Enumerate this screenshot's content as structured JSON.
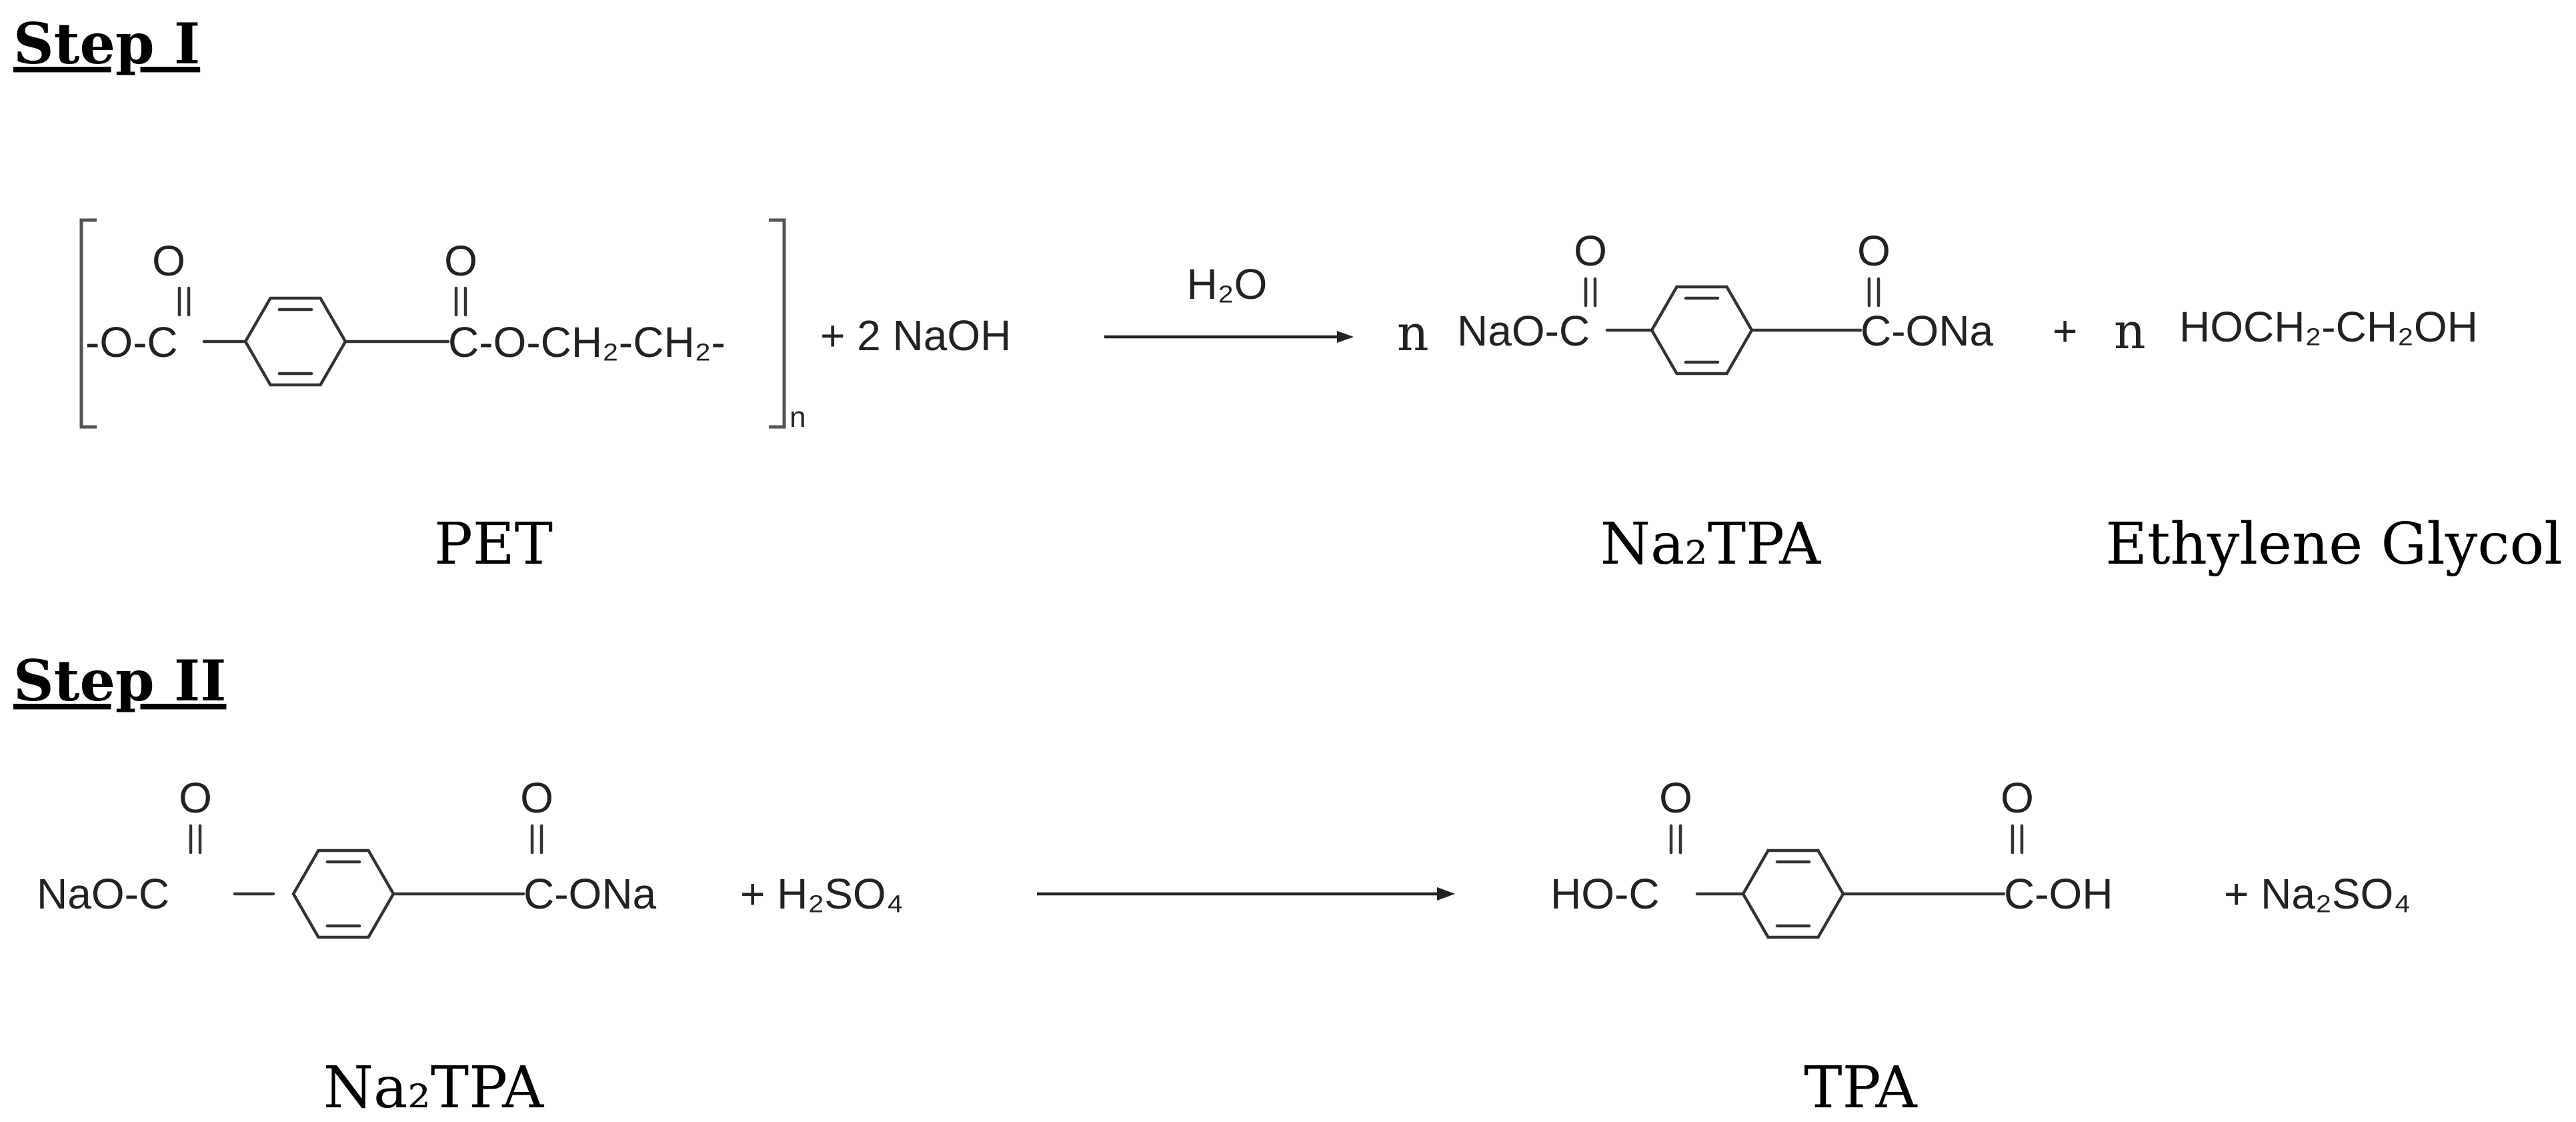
{
  "steps": {
    "one": "Step I",
    "two": "Step II"
  },
  "step1": {
    "pet_left_group": "-O-C",
    "pet_right_group": "C-O-CH₂-CH₂-",
    "pet_subscript_n": "n",
    "plus_naoh": "+ 2 NaOH",
    "arrow_condition": "H₂O",
    "coef_n_1": "n",
    "na2tpa_left_group": "NaO-C",
    "na2tpa_right_group": "C-ONa",
    "plus": "+",
    "coef_n_2": "n",
    "glycol_formula": "HOCH₂-CH₂OH",
    "carbonyl_o": "O",
    "label_pet": "PET",
    "label_na2tpa": "Na₂TPA",
    "label_glycol": "Ethylene Glycol"
  },
  "step2": {
    "na2tpa_left_group": "NaO-C",
    "na2tpa_right_group": "C-ONa",
    "plus_acid": "+  H₂SO₄",
    "tpa_left_group": "HO-C",
    "tpa_right_group": "C-OH",
    "plus_salt": "+  Na₂SO₄",
    "carbonyl_o": "O",
    "label_na2tpa": "Na₂TPA",
    "label_tpa": "TPA"
  }
}
